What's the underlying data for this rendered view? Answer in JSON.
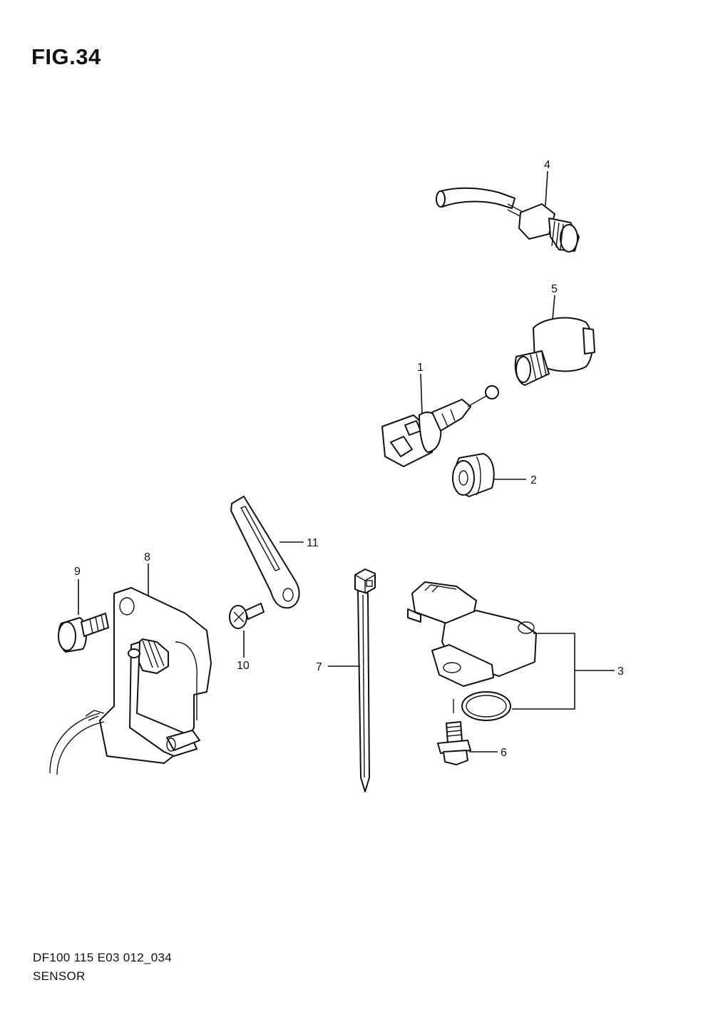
{
  "figure": {
    "title": "FIG.34",
    "code": "DF100 115 E03 012_034",
    "name": "SENSOR"
  },
  "callouts": [
    "1",
    "2",
    "3",
    "4",
    "5",
    "6",
    "7",
    "8",
    "9",
    "10",
    "11"
  ]
}
